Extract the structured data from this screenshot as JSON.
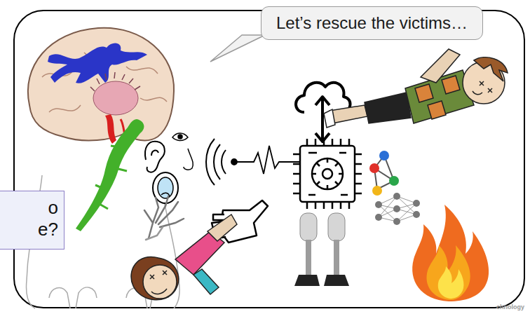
{
  "diagram": {
    "nodes": [
      {
        "text": [
          "Let’s rescue the victims…"
        ]
      },
      {
        "text": [
          "o e?"
        ]
      }
    ],
    "labels": [
      "chnology"
    ]
  }
}
